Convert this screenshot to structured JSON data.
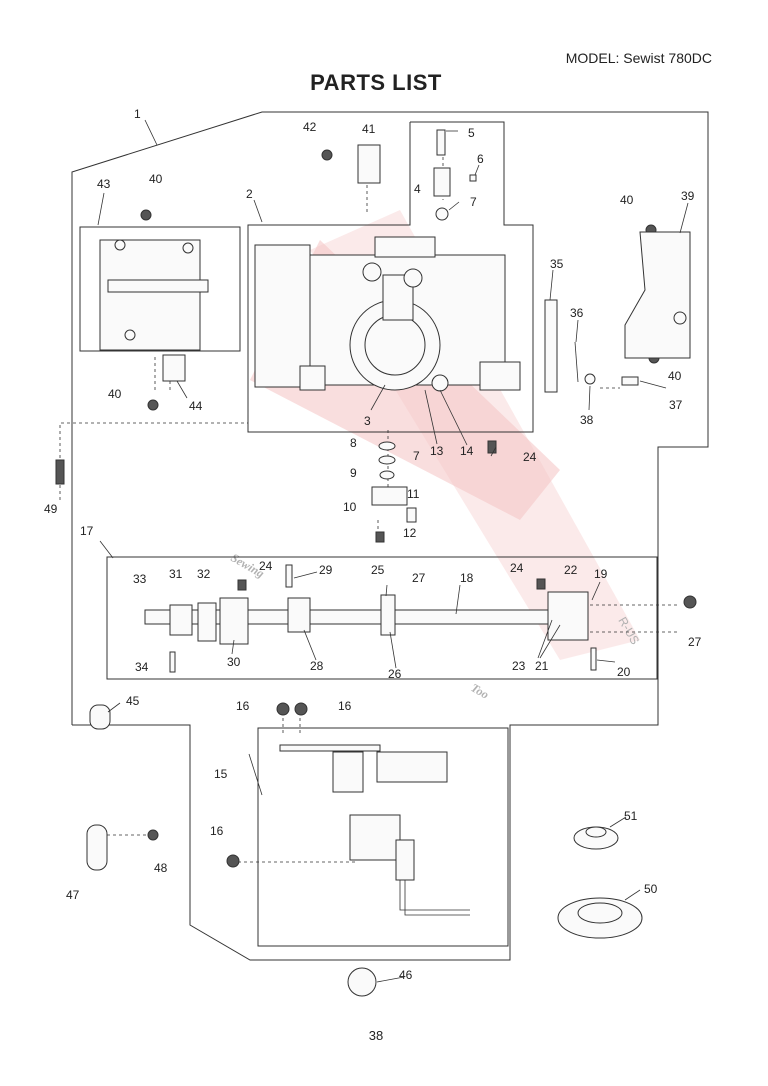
{
  "header": {
    "model": "MODEL: Sewist 780DC",
    "title": "PARTS LIST"
  },
  "footer": {
    "page_number": "38"
  },
  "callouts": [
    "1",
    "2",
    "3",
    "4",
    "5",
    "6",
    "7",
    "7",
    "8",
    "9",
    "10",
    "11",
    "12",
    "13",
    "14",
    "15",
    "16",
    "16",
    "16",
    "17",
    "18",
    "19",
    "20",
    "21",
    "22",
    "23",
    "24",
    "24",
    "24",
    "25",
    "26",
    "27",
    "27",
    "28",
    "29",
    "30",
    "31",
    "32",
    "33",
    "34",
    "35",
    "36",
    "37",
    "38",
    "39",
    "40",
    "40",
    "40",
    "40",
    "41",
    "42",
    "43",
    "44",
    "45",
    "46",
    "47",
    "48",
    "49",
    "50",
    "51"
  ],
  "watermark": {
    "lines": [
      "Sewing",
      "Too"
    ],
    "brand": "R-US"
  },
  "colors": {
    "watermark_red": "#d94040",
    "watermark_blue": "#8fa8d8",
    "line": "#333333"
  }
}
